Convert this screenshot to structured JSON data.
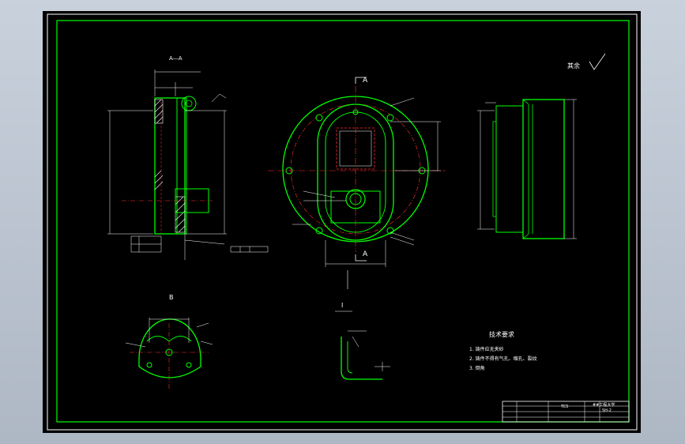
{
  "colors": {
    "background": "#000000",
    "border": "#00ff00",
    "outline": "#00ff00",
    "dimension": "#ffffff",
    "hidden": "#ff3030",
    "center": "#ff3030",
    "hatch": "#ffffff"
  },
  "views": {
    "section_aa": {
      "title": "A—A"
    },
    "main": {
      "cut_mark": "A"
    },
    "view_b": {
      "title": "B"
    },
    "detail_i": {
      "title": "I"
    }
  },
  "roughness_note": {
    "label": "其余"
  },
  "tech_requirements": {
    "title": "技术要求",
    "items": [
      "1. 铸件应无夹砂",
      "2. 铸件不得有气孔、缩孔、裂纹",
      "3. 倒角"
    ]
  },
  "title_block": {
    "part_name": "TC5",
    "company": "##工程大学",
    "drawing_no": "SH-2"
  }
}
